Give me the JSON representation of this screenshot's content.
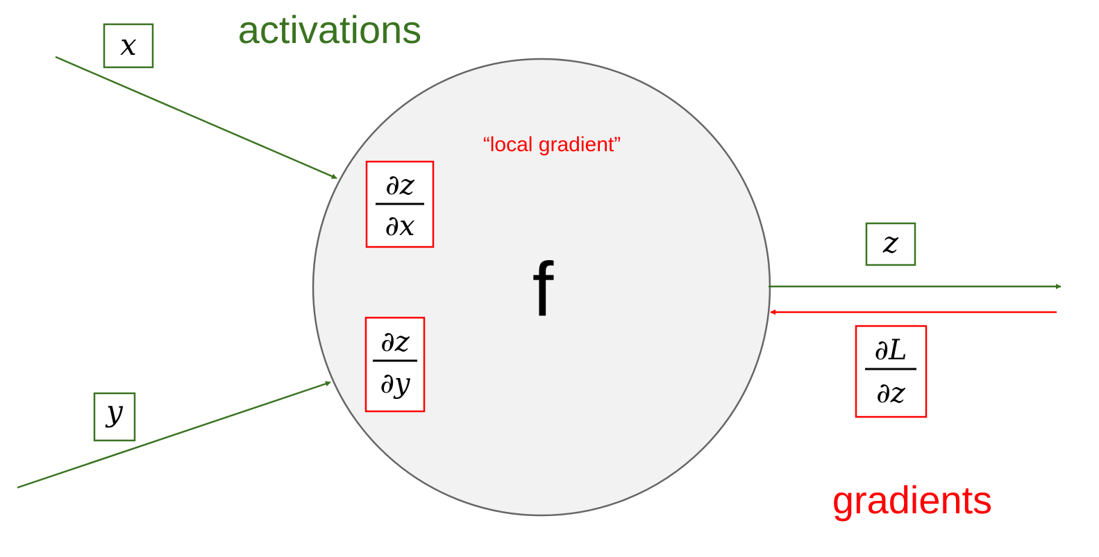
{
  "labels": {
    "activations": "activations",
    "gradients": "gradients",
    "local_gradient": "“local gradient”",
    "node_function": "f"
  },
  "variables": {
    "x": "x",
    "y": "y",
    "z": "z"
  },
  "fractions": {
    "dz_dx": {
      "num": "∂z",
      "den": "∂x"
    },
    "dz_dy": {
      "num": "∂z",
      "den": "∂y"
    },
    "dL_dz": {
      "num": "∂L",
      "den": "∂z"
    }
  },
  "colors": {
    "activation": "#3a7320",
    "gradient": "#ff0000",
    "node_fill": "#f2f2f2",
    "node_stroke": "#666666",
    "text": "#000000"
  }
}
